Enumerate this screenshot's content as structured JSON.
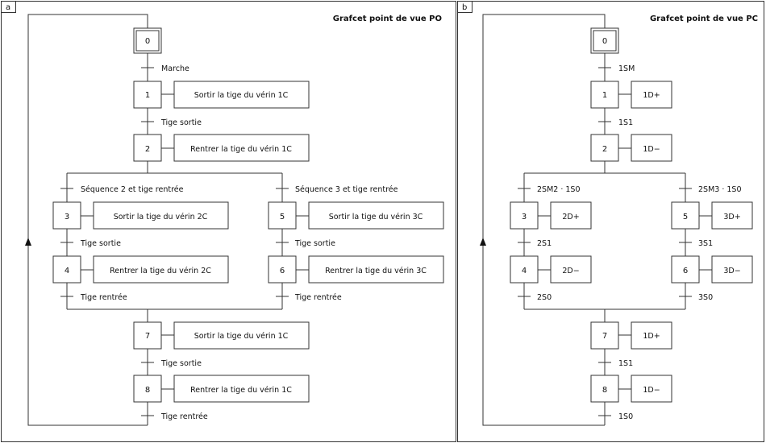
{
  "panel_a": {
    "tag": "a",
    "title": "Grafcet point de vue PO",
    "steps": {
      "s0": "0",
      "s1": "1",
      "s2": "2",
      "s3": "3",
      "s4": "4",
      "s5": "5",
      "s6": "6",
      "s7": "7",
      "s8": "8"
    },
    "actions": {
      "a1": "Sortir la tige du vérin 1C",
      "a2": "Rentrer la tige du vérin 1C",
      "a3": "Sortir la tige du vérin 2C",
      "a4": "Rentrer la tige du vérin 2C",
      "a5": "Sortir la tige du vérin 3C",
      "a6": "Rentrer la tige du vérin 3C",
      "a7": "Sortir la tige du vérin 1C",
      "a8": "Rentrer la tige du vérin 1C"
    },
    "transitions": {
      "t01": "Marche",
      "t12": "Tige sortie",
      "t2_3": "Séquence 2 et tige rentrée",
      "t2_5": "Séquence 3 et tige rentrée",
      "t34": "Tige sortie",
      "t56": "Tige sortie",
      "t4_end": "Tige rentrée",
      "t6_end": "Tige rentrée",
      "t78": "Tige sortie",
      "t8_0": "Tige rentrée"
    }
  },
  "panel_b": {
    "tag": "b",
    "title": "Grafcet point de vue PC",
    "steps": {
      "s0": "0",
      "s1": "1",
      "s2": "2",
      "s3": "3",
      "s4": "4",
      "s5": "5",
      "s6": "6",
      "s7": "7",
      "s8": "8"
    },
    "actions": {
      "a1": "1D+",
      "a2": "1D−",
      "a3": "2D+",
      "a4": "2D−",
      "a5": "3D+",
      "a6": "3D−",
      "a7": "1D+",
      "a8": "1D−"
    },
    "transitions": {
      "t01": "1SM",
      "t12": "1S1",
      "t2_3": "2SM2 · 1S0",
      "t2_5": "2SM3 · 1S0",
      "t34": "2S1",
      "t56": "3S1",
      "t4_end": "2S0",
      "t6_end": "3S0",
      "t78": "1S1",
      "t8_0": "1S0"
    }
  }
}
